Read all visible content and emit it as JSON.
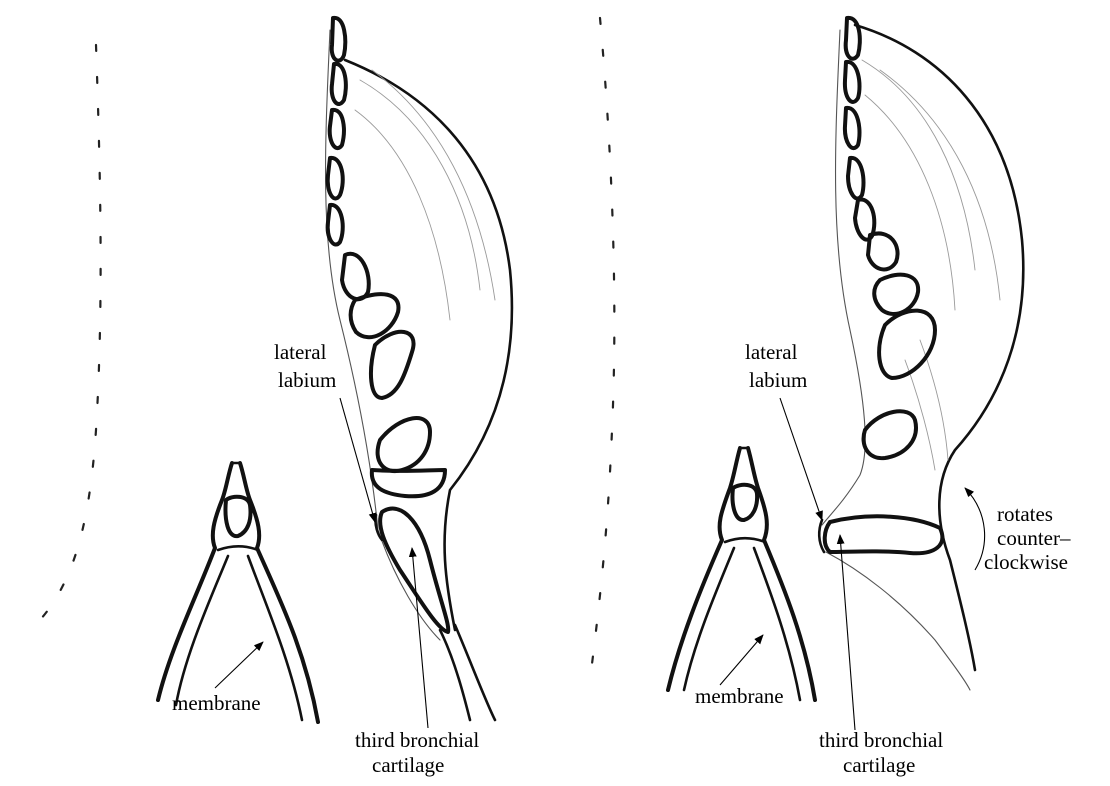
{
  "left_panel": {
    "lateral_labium": [
      "lateral",
      "labium"
    ],
    "membrane": "membrane",
    "third_bronchial_cartilage": [
      "third bronchial",
      "cartilage"
    ]
  },
  "right_panel": {
    "lateral_labium": [
      "lateral",
      "labium"
    ],
    "membrane": "membrane",
    "third_bronchial_cartilage": [
      "third bronchial",
      "cartilage"
    ],
    "rotation_note": [
      "rotates",
      "counter–",
      "clockwise"
    ]
  }
}
